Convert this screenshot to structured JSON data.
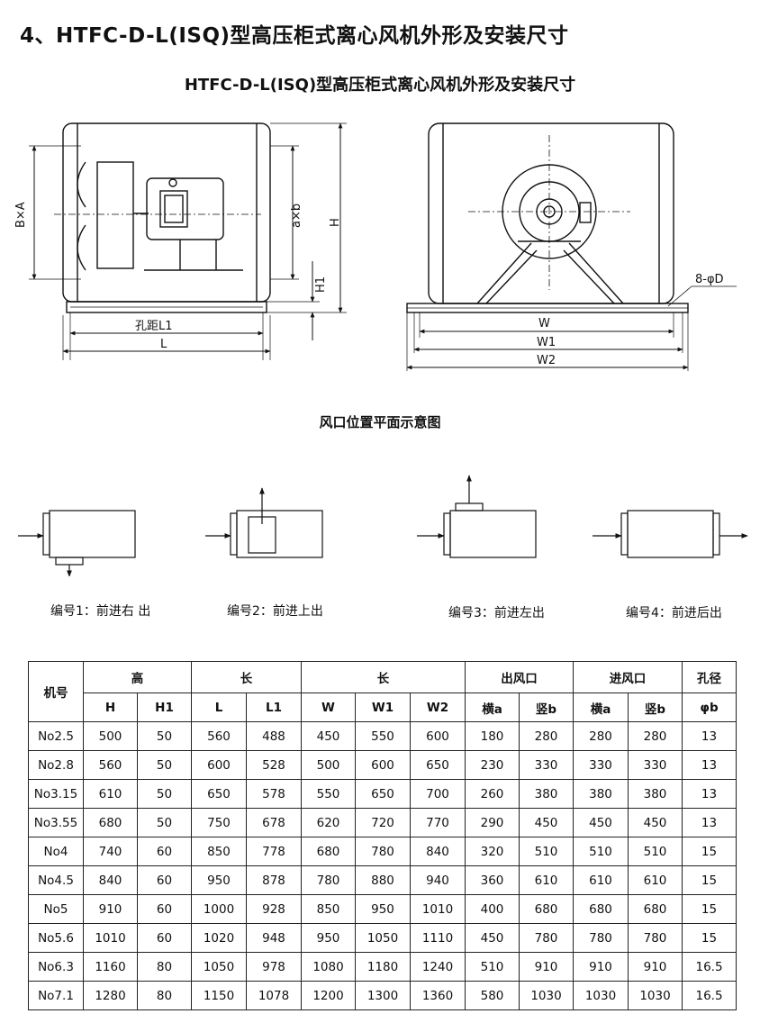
{
  "title": "4、HTFC-D-L(ISQ)型高压柜式离心风机外形及安装尺寸",
  "drawing_title": "HTFC-D-L(ISQ)型高压柜式离心风机外形及安装尺寸",
  "side_view_labels": {
    "bxa": "B×A",
    "axb": "a×b",
    "h": "H",
    "h1": "H1",
    "l1": "孔距L1",
    "l": "L"
  },
  "front_view_labels": {
    "hole": "8-φD",
    "w": "W",
    "w1": "W1",
    "w2": "W2"
  },
  "duct_title": "风口位置平面示意图",
  "duct_positions": [
    {
      "label": "编号1：前进右 出"
    },
    {
      "label": "编号2：前进上出"
    },
    {
      "label": "编号3：前进左出"
    },
    {
      "label": "编号4：前进后出"
    }
  ],
  "table": {
    "group_headers": {
      "model": "机号",
      "height": "高",
      "length": "长",
      "width": "长",
      "outlet": "出风口",
      "inlet": "进风口",
      "hole": "孔径"
    },
    "sub_headers": [
      "H",
      "H1",
      "L",
      "L1",
      "W",
      "W1",
      "W2",
      "横a",
      "竖b",
      "横a",
      "竖b",
      "φb"
    ],
    "rows": [
      [
        "No2.5",
        "500",
        "50",
        "560",
        "488",
        "450",
        "550",
        "600",
        "180",
        "280",
        "280",
        "280",
        "13"
      ],
      [
        "No2.8",
        "560",
        "50",
        "600",
        "528",
        "500",
        "600",
        "650",
        "230",
        "330",
        "330",
        "330",
        "13"
      ],
      [
        "No3.15",
        "610",
        "50",
        "650",
        "578",
        "550",
        "650",
        "700",
        "260",
        "380",
        "380",
        "380",
        "13"
      ],
      [
        "No3.55",
        "680",
        "50",
        "750",
        "678",
        "620",
        "720",
        "770",
        "290",
        "450",
        "450",
        "450",
        "13"
      ],
      [
        "No4",
        "740",
        "60",
        "850",
        "778",
        "680",
        "780",
        "840",
        "320",
        "510",
        "510",
        "510",
        "15"
      ],
      [
        "No4.5",
        "840",
        "60",
        "950",
        "878",
        "780",
        "880",
        "940",
        "360",
        "610",
        "610",
        "610",
        "15"
      ],
      [
        "No5",
        "910",
        "60",
        "1000",
        "928",
        "850",
        "950",
        "1010",
        "400",
        "680",
        "680",
        "680",
        "15"
      ],
      [
        "No5.6",
        "1010",
        "60",
        "1020",
        "948",
        "950",
        "1050",
        "1110",
        "450",
        "780",
        "780",
        "780",
        "15"
      ],
      [
        "No6.3",
        "1160",
        "80",
        "1050",
        "978",
        "1080",
        "1180",
        "1240",
        "510",
        "910",
        "910",
        "910",
        "16.5"
      ],
      [
        "No7.1",
        "1280",
        "80",
        "1150",
        "1078",
        "1200",
        "1300",
        "1360",
        "580",
        "1030",
        "1030",
        "1030",
        "16.5"
      ]
    ]
  }
}
